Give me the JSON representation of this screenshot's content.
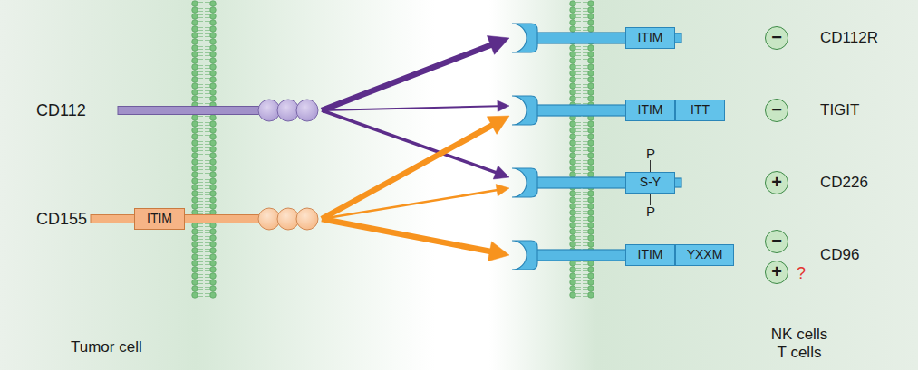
{
  "diagram": {
    "nodes": [
      {
        "text": [
          "Tumor cell"
        ]
      },
      {
        "text": [
          "CD112"
        ],
        "in": 0
      },
      {
        "text": [
          "CD155"
        ],
        "in": 0
      },
      {
        "text": [
          "ITIM"
        ],
        "in": 2
      },
      {
        "text": [
          "NK cells T cells"
        ]
      },
      {
        "text": [
          "CD112R"
        ],
        "in": 4
      },
      {
        "text": [
          "ITIM"
        ],
        "in": 5
      },
      {
        "text": [
          "TIGIT"
        ],
        "in": 4
      },
      {
        "text": [
          "ITIM"
        ],
        "in": 7
      },
      {
        "text": [
          "ITT"
        ],
        "in": 7
      },
      {
        "text": [
          "CD226"
        ],
        "in": 4
      },
      {
        "text": [
          "S-Y"
        ],
        "in": 10
      },
      {
        "text": [
          "CD96"
        ],
        "in": 4
      },
      {
        "text": [
          "ITIM"
        ],
        "in": 12
      },
      {
        "text": [
          "YXXM"
        ],
        "in": 12
      }
    ],
    "edges": [
      {
        "from": 1,
        "to": 5,
        "arrow": "to"
      },
      {
        "from": 1,
        "to": 7,
        "arrow": "to"
      },
      {
        "from": 1,
        "to": 10,
        "arrow": "to"
      },
      {
        "from": 2,
        "to": 7,
        "arrow": "to"
      },
      {
        "from": 2,
        "to": 10,
        "arrow": "to"
      },
      {
        "from": 2,
        "to": 12,
        "arrow": "to"
      }
    ],
    "labels": [
      "−",
      "−",
      "P",
      "+",
      "P",
      "−",
      "+",
      "?"
    ]
  }
}
